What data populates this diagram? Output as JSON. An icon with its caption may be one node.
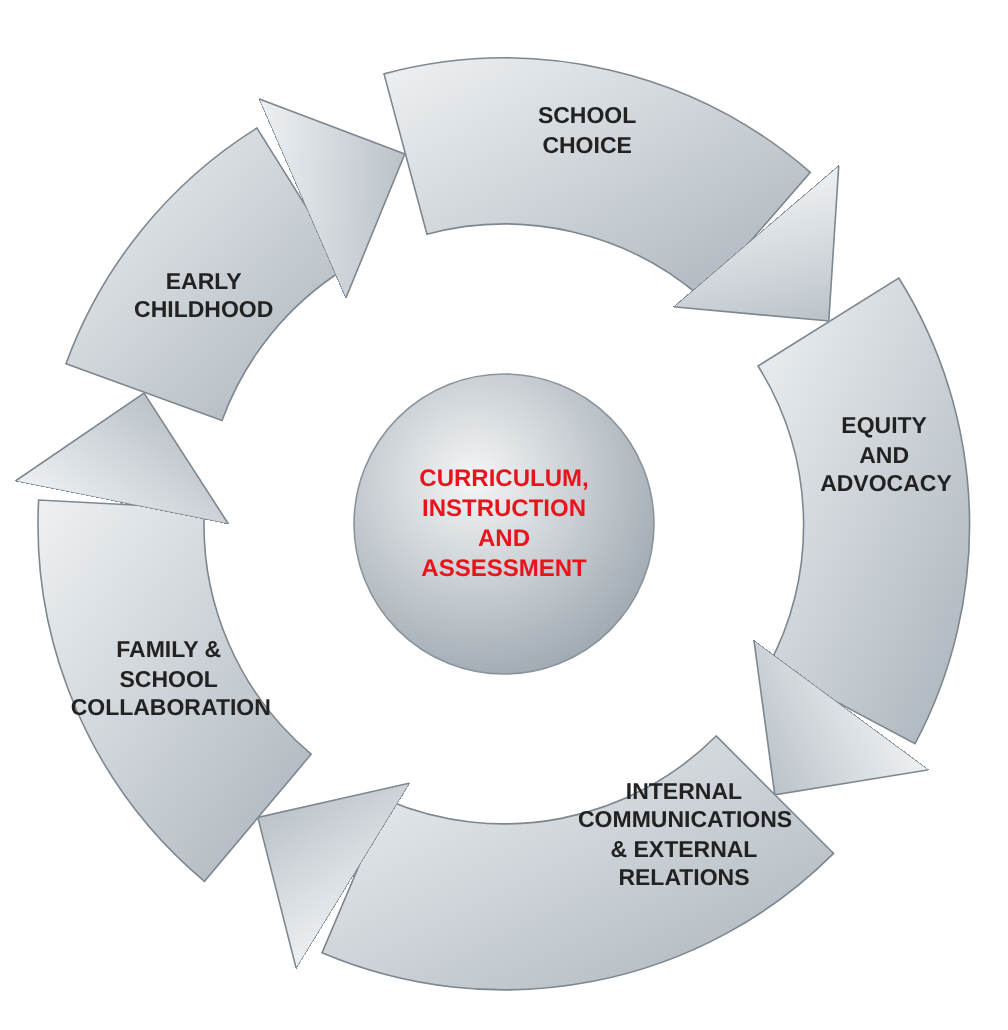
{
  "diagram": {
    "nodes": [
      {
        "text": [
          "SCHOOL CHOICE"
        ]
      },
      {
        "text": [
          "EQUITY AND ADVOCACY"
        ]
      },
      {
        "text": [
          "INTERNAL COMMUNICATIONS & EXTERNAL RELATIONS"
        ]
      },
      {
        "text": [
          "FAMILY & SCHOOL COLLABORATION"
        ]
      },
      {
        "text": [
          "EARLY CHILDHOOD"
        ]
      },
      {
        "text": [
          "CURRICULUM, INSTRUCTION AND ASSESSMENT"
        ]
      }
    ],
    "edges": [
      {
        "from": 0,
        "to": 1,
        "arrow": "to"
      },
      {
        "from": 1,
        "to": 2,
        "arrow": "to"
      },
      {
        "from": 2,
        "to": 3,
        "arrow": "to"
      },
      {
        "from": 3,
        "to": 4,
        "arrow": "to"
      },
      {
        "from": 4,
        "to": 0,
        "arrow": "to"
      }
    ]
  }
}
